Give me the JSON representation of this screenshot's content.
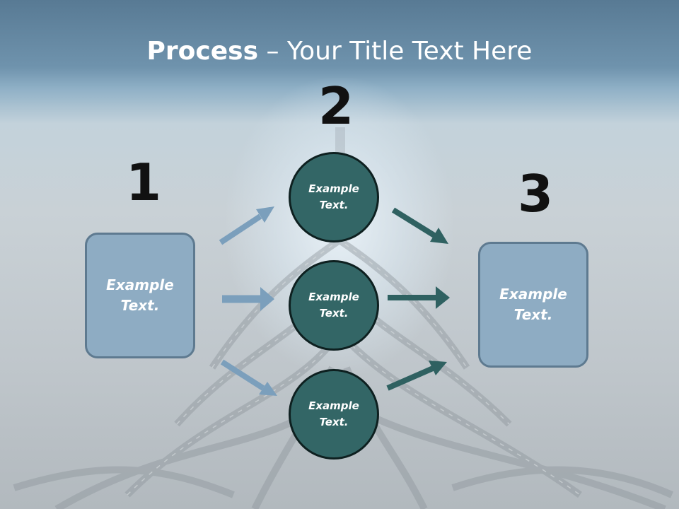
{
  "title": {
    "bold": "Process",
    "rest": " – Your Title Text Here"
  },
  "steps": [
    {
      "number": "1"
    },
    {
      "number": "2"
    },
    {
      "number": "3"
    }
  ],
  "left_box": {
    "label": "Example Text."
  },
  "right_box": {
    "label": "Example Text."
  },
  "circles": [
    {
      "label": "Example Text."
    },
    {
      "label": "Example Text."
    },
    {
      "label": "Example Text."
    }
  ],
  "colors": {
    "box_fill": "#8eacc3",
    "box_border": "#5e7a90",
    "circle_fill": "#336666",
    "left_arrow": "#7b9fbc",
    "right_arrow": "#2f6161"
  }
}
